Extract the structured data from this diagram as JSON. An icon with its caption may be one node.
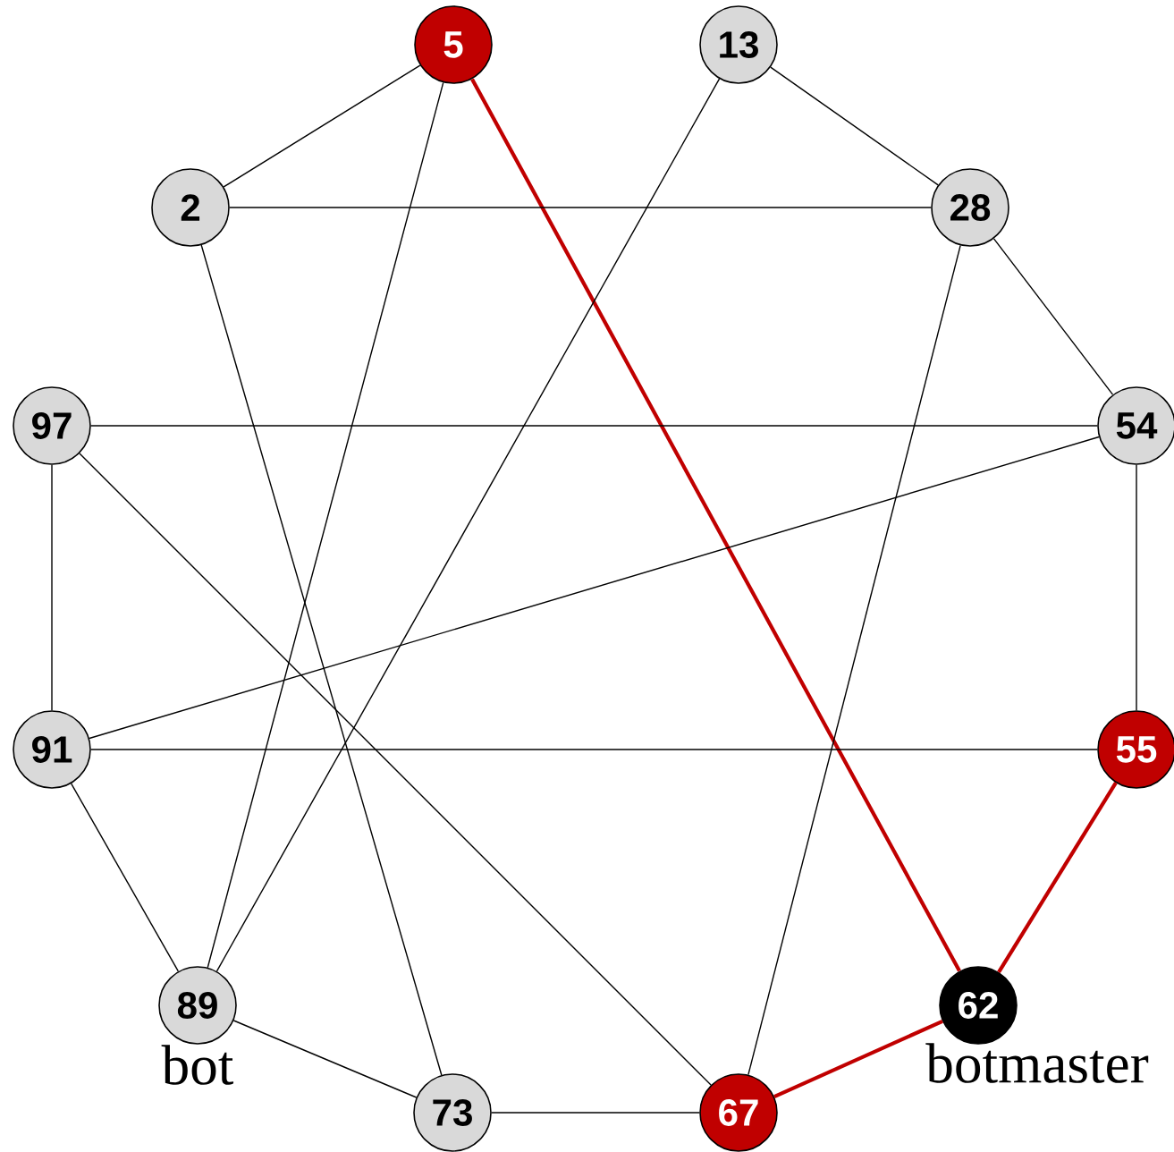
{
  "diagram": {
    "nodes": [
      {
        "text": [
          "5"
        ]
      },
      {
        "text": [
          "13"
        ]
      },
      {
        "text": [
          "2"
        ]
      },
      {
        "text": [
          "28"
        ]
      },
      {
        "text": [
          "97"
        ]
      },
      {
        "text": [
          "54"
        ]
      },
      {
        "text": [
          "91"
        ]
      },
      {
        "text": [
          "55"
        ]
      },
      {
        "text": [
          "89"
        ],
        "beside": [
          "bot"
        ]
      },
      {
        "text": [
          "62"
        ],
        "beside": [
          "botmaster"
        ]
      },
      {
        "text": [
          "73"
        ]
      },
      {
        "text": [
          "67"
        ]
      }
    ],
    "edges": [
      {
        "from": 0,
        "to": 2,
        "arrow": "none"
      },
      {
        "from": 0,
        "to": 8,
        "arrow": "none"
      },
      {
        "from": 0,
        "to": 9,
        "arrow": "none",
        "style": "thick",
        "color": "#c00000"
      },
      {
        "from": 1,
        "to": 3,
        "arrow": "none"
      },
      {
        "from": 1,
        "to": 8,
        "arrow": "none"
      },
      {
        "from": 2,
        "to": 3,
        "arrow": "none"
      },
      {
        "from": 2,
        "to": 10,
        "arrow": "none"
      },
      {
        "from": 3,
        "to": 5,
        "arrow": "none"
      },
      {
        "from": 3,
        "to": 11,
        "arrow": "none"
      },
      {
        "from": 4,
        "to": 5,
        "arrow": "none"
      },
      {
        "from": 4,
        "to": 6,
        "arrow": "none"
      },
      {
        "from": 4,
        "to": 11,
        "arrow": "none"
      },
      {
        "from": 5,
        "to": 6,
        "arrow": "none"
      },
      {
        "from": 5,
        "to": 7,
        "arrow": "none"
      },
      {
        "from": 6,
        "to": 7,
        "arrow": "none"
      },
      {
        "from": 6,
        "to": 8,
        "arrow": "none"
      },
      {
        "from": 7,
        "to": 9,
        "arrow": "none",
        "style": "thick",
        "color": "#c00000"
      },
      {
        "from": 8,
        "to": 10,
        "arrow": "none"
      },
      {
        "from": 10,
        "to": 11,
        "arrow": "none"
      },
      {
        "from": 11,
        "to": 9,
        "arrow": "none",
        "style": "thick",
        "color": "#c00000"
      }
    ]
  }
}
